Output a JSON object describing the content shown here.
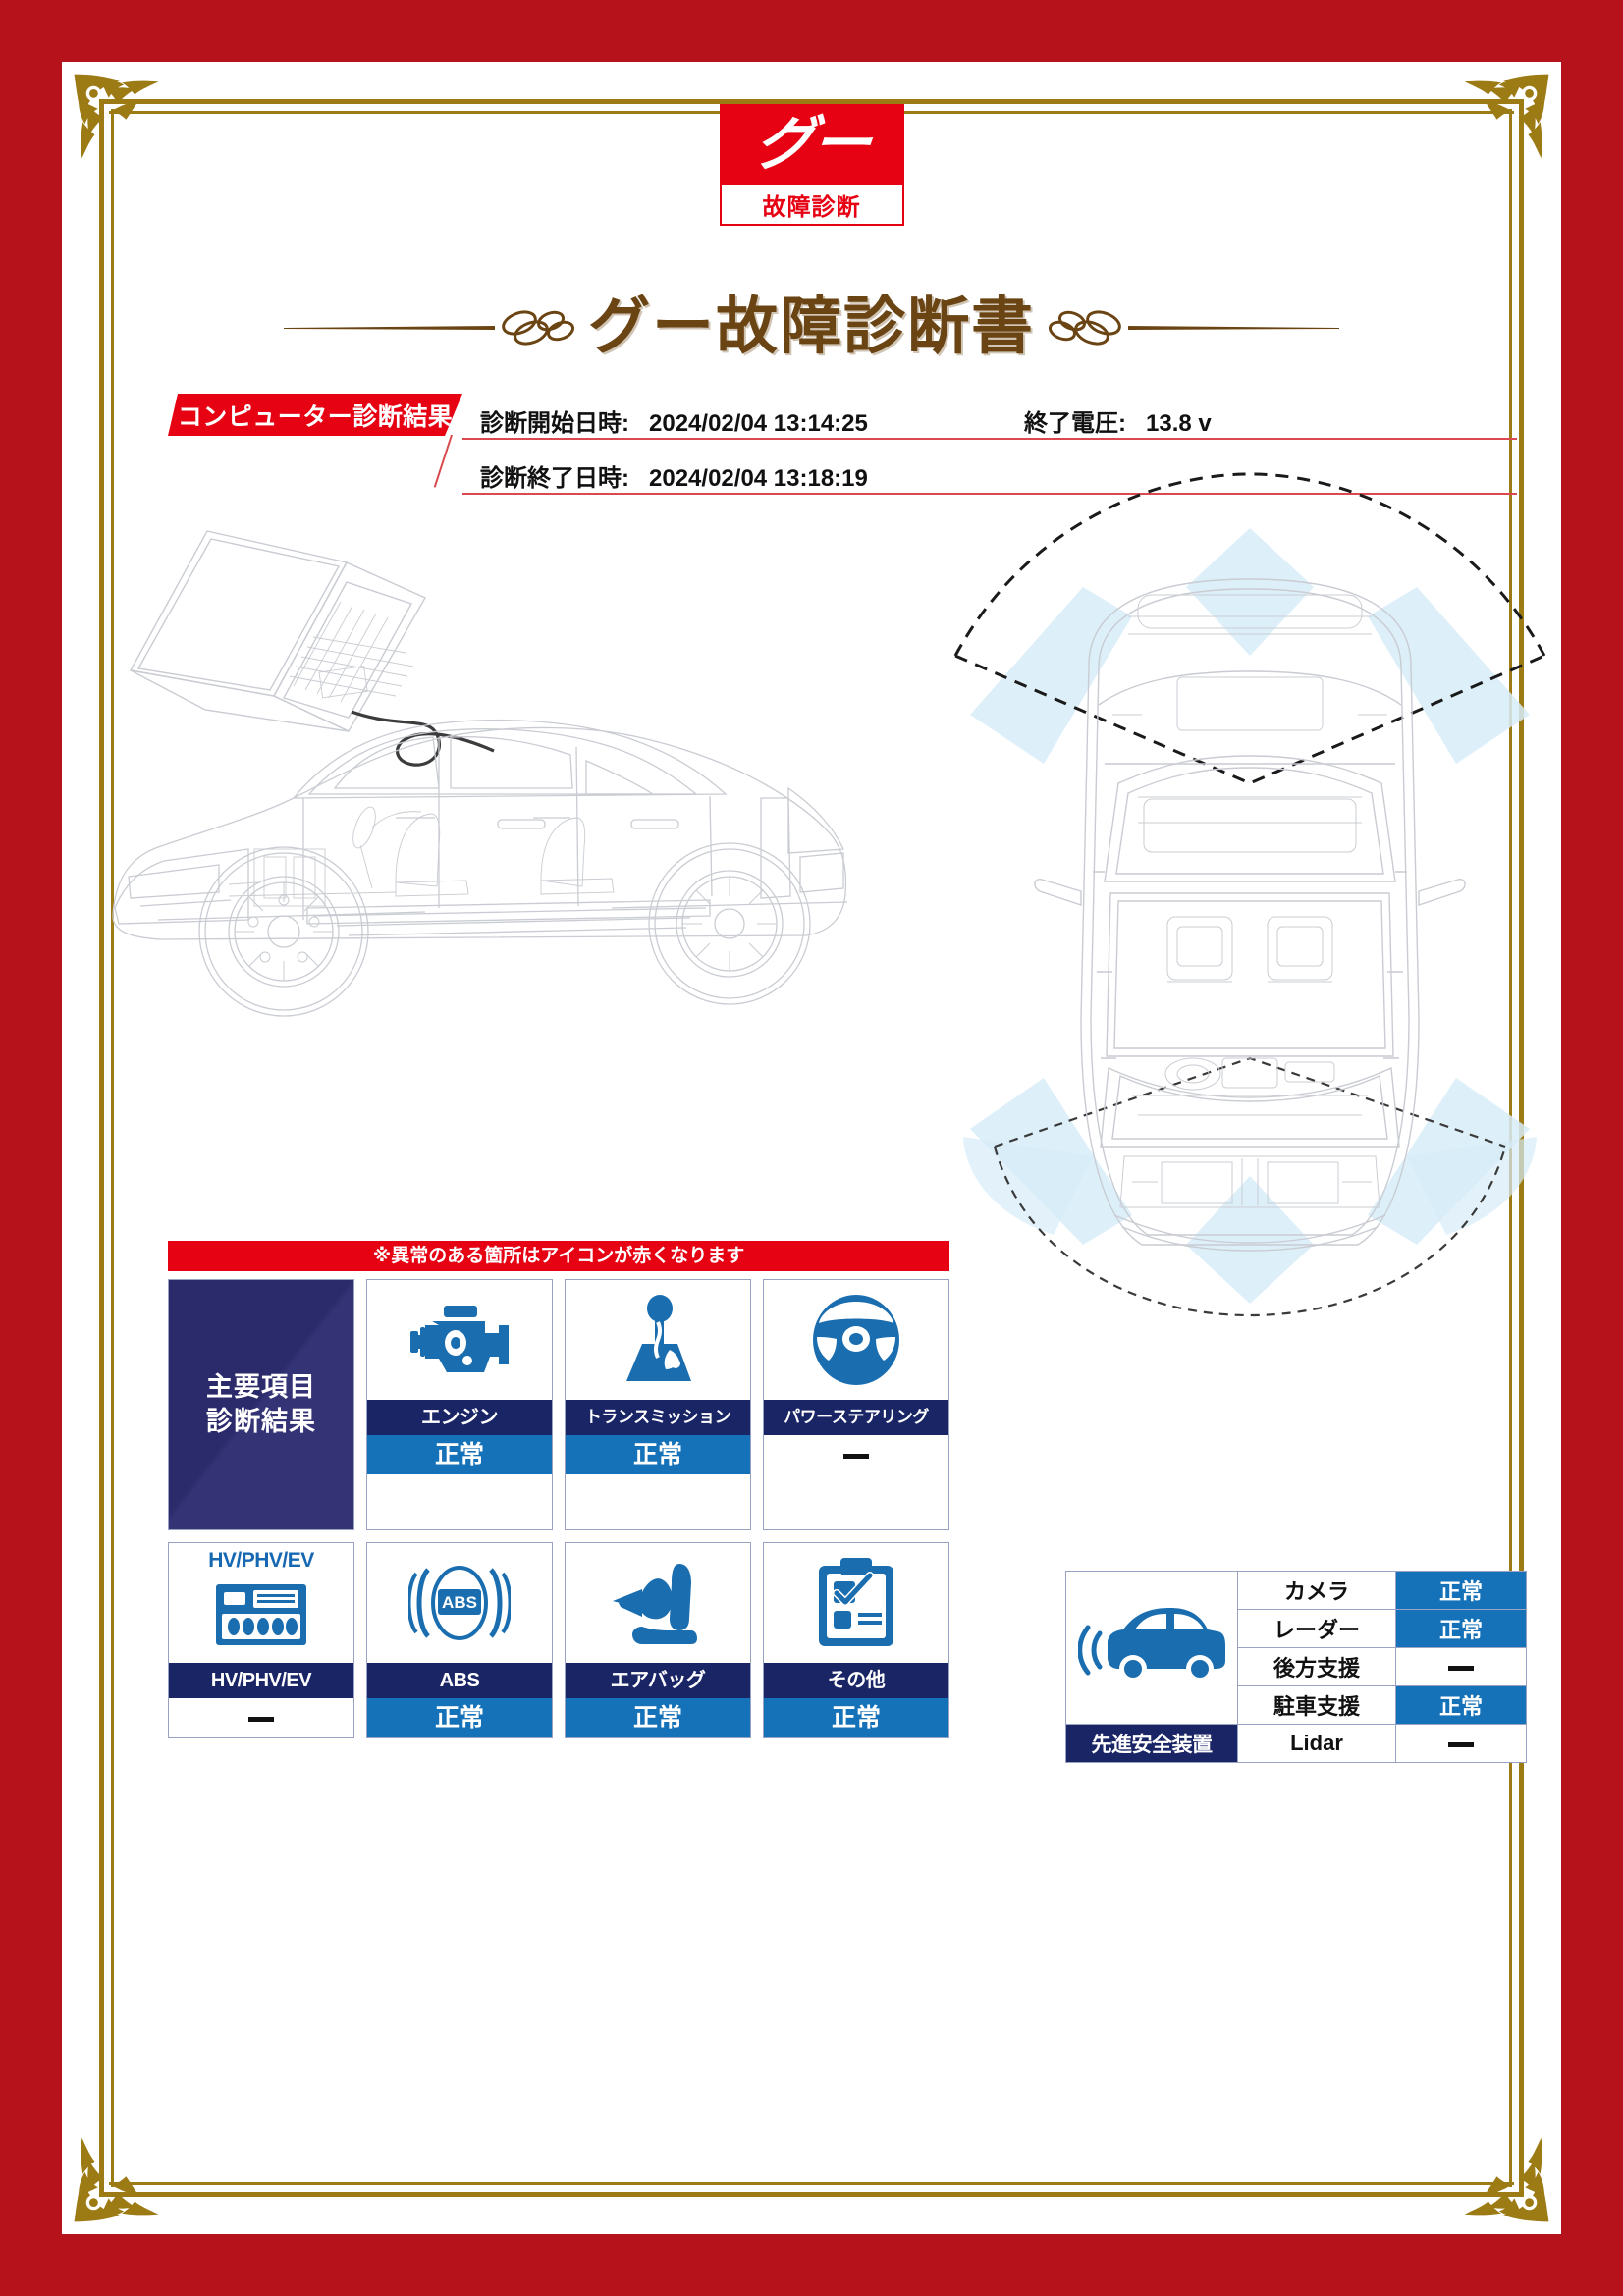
{
  "logo": {
    "mark_text": "グー",
    "sub_text": "故障診断",
    "red": "#e60113"
  },
  "header": {
    "title": "グー故障診断書",
    "title_color": "#6b4414"
  },
  "diagnostic": {
    "banner_label": "コンピューター診断結果",
    "start_label": "診断開始日時:",
    "start_value": "2024/02/04 13:14:25",
    "end_label": "診断終了日時:",
    "end_value": "2024/02/04 13:18:19",
    "voltage_label": "終了電圧:",
    "voltage_value": "13.8 v"
  },
  "illustration": {
    "laptop": "laptop-diagnostic-tool",
    "cable": "obd-cable",
    "car_side": "car-side-wireframe",
    "car_top": "car-top-wireframe",
    "sensor_cone_color": "#d7ecf8",
    "radar_arc": "dashed-radar-arc"
  },
  "results": {
    "note": "※異常のある箇所はアイコンが赤くなります",
    "panel_title_line1": "主要項目",
    "panel_title_line2": "診断結果",
    "ok_text": "正常",
    "na_text": "—",
    "colors": {
      "label_bar": "#1a2566",
      "status_ok": "#1572b8",
      "panel": "#2b2a6b",
      "note_bar": "#e60113"
    },
    "items": [
      {
        "icon": "engine-icon",
        "label": "エンジン",
        "status": "正常",
        "status_kind": "ok"
      },
      {
        "icon": "transmission-icon",
        "label": "トランスミッション",
        "status": "正常",
        "status_kind": "ok"
      },
      {
        "icon": "steering-wheel-icon",
        "label": "パワーステアリング",
        "status": "—",
        "status_kind": "na"
      },
      {
        "icon": "hv-battery-icon",
        "label": "HV/PHV/EV",
        "status": "—",
        "status_kind": "na",
        "icon_caption": "HV/PHV/EV"
      },
      {
        "icon": "abs-icon",
        "label": "ABS",
        "status": "正常",
        "status_kind": "ok"
      },
      {
        "icon": "airbag-seat-icon",
        "label": "エアバッグ",
        "status": "正常",
        "status_kind": "ok"
      },
      {
        "icon": "clipboard-check-icon",
        "label": "その他",
        "status": "正常",
        "status_kind": "ok"
      }
    ]
  },
  "safety": {
    "caption": "先進安全装置",
    "icon": "car-sensor-icon",
    "rows": [
      {
        "label": "カメラ",
        "status": "正常",
        "status_kind": "ok"
      },
      {
        "label": "レーダー",
        "status": "正常",
        "status_kind": "ok"
      },
      {
        "label": "後方支援",
        "status": "—",
        "status_kind": "na"
      },
      {
        "label": "駐車支援",
        "status": "正常",
        "status_kind": "ok"
      },
      {
        "label": "Lidar",
        "status": "—",
        "status_kind": "na"
      }
    ]
  },
  "frame": {
    "outer_color": "#b5121b",
    "gold_color": "#9c7a14",
    "ornament": "corner-flourish-ornament"
  }
}
